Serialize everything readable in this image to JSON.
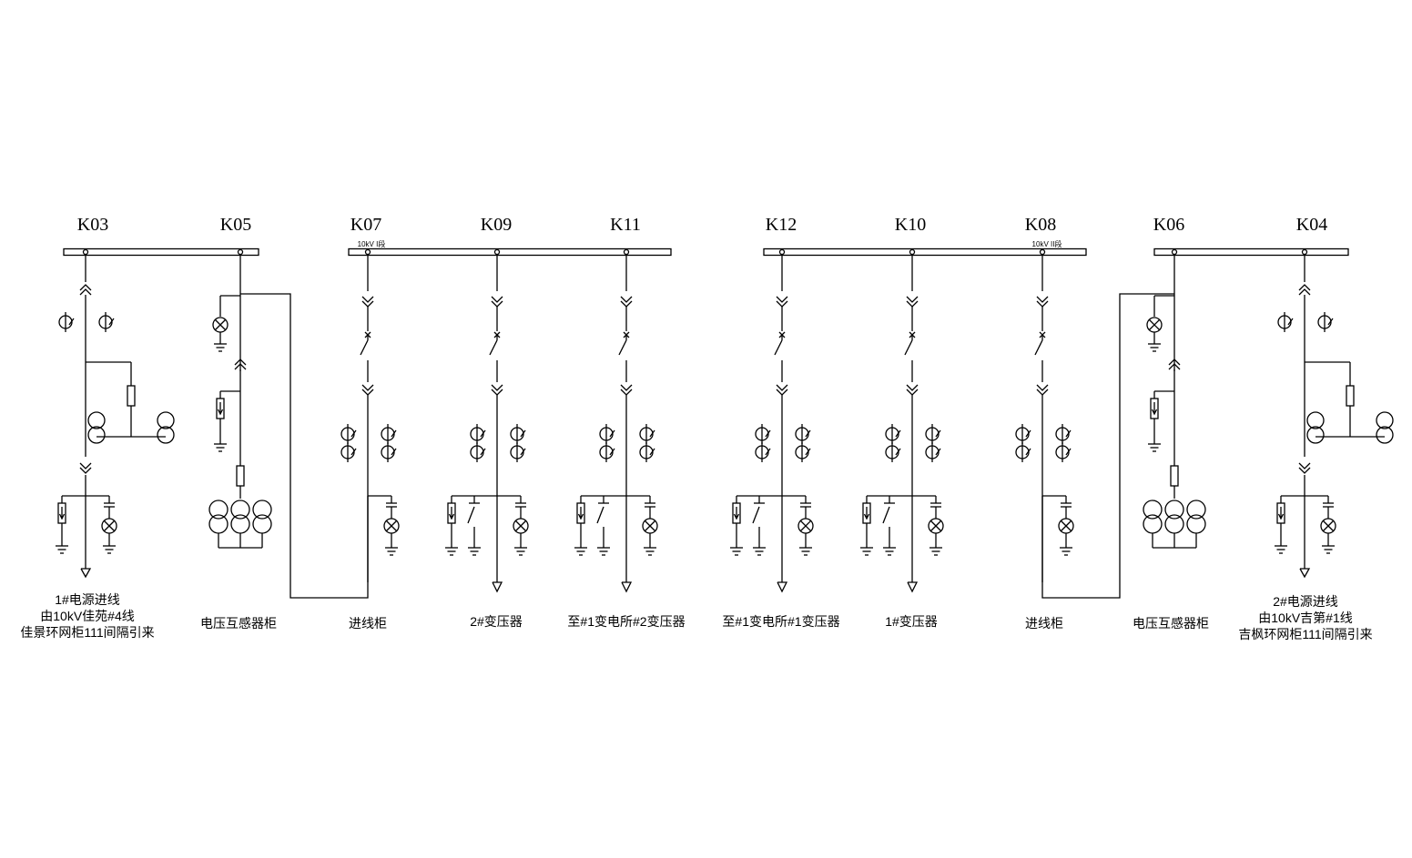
{
  "cabinets": [
    {
      "code": "K03",
      "desc": [
        "1#电源进线",
        "由10kV佳苑#4线",
        "佳景环网柜111间隔引来"
      ]
    },
    {
      "code": "K05",
      "desc": [
        "电压互感器柜"
      ]
    },
    {
      "code": "K07",
      "desc": [
        "进线柜"
      ]
    },
    {
      "code": "K09",
      "desc": [
        "2#变压器"
      ]
    },
    {
      "code": "K11",
      "desc": [
        "至#1变电所#2变压器"
      ]
    },
    {
      "code": "K12",
      "desc": [
        "至#1变电所#1变压器"
      ]
    },
    {
      "code": "K10",
      "desc": [
        "1#变压器"
      ]
    },
    {
      "code": "K08",
      "desc": [
        "进线柜"
      ]
    },
    {
      "code": "K06",
      "desc": [
        "电压互感器柜"
      ]
    },
    {
      "code": "K04",
      "desc": [
        "2#电源进线",
        "由10kV吉第#1线",
        "吉枫环网柜111间隔引来"
      ]
    }
  ],
  "bus_labels": {
    "section1": "10kV I段",
    "section2": "10kV II段"
  },
  "line_color": "#000000"
}
